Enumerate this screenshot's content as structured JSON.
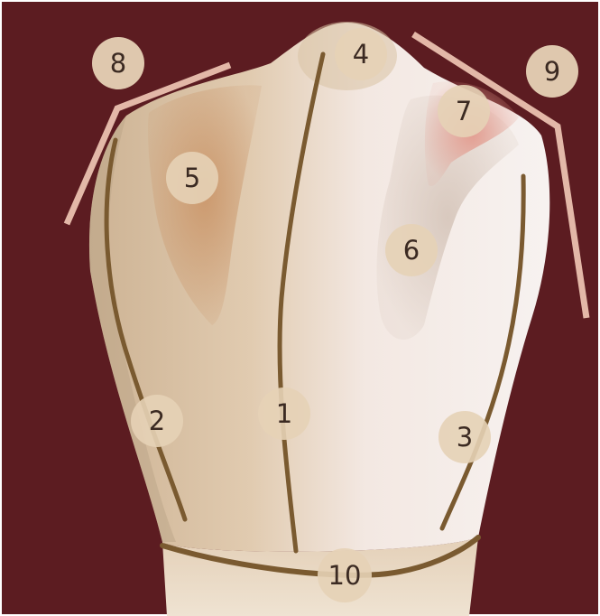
{
  "colors": {
    "background": "#5c1c21",
    "crown_light": "#f3e9e4",
    "crown_warm": "#dcc2a6",
    "root": "#e9d8c2",
    "groove": "#7a5a30",
    "guide_line": "#e3b8a8",
    "label_disc": "#e6d2b6"
  },
  "labels": {
    "n1": "1",
    "n2": "2",
    "n3": "3",
    "n4": "4",
    "n5": "5",
    "n6": "6",
    "n7": "7",
    "n8": "8",
    "n9": "9",
    "n10": "10"
  }
}
